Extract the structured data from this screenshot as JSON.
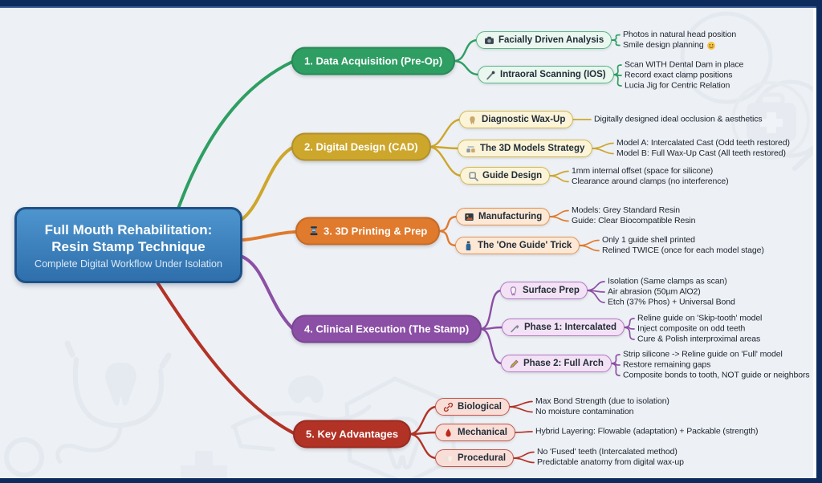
{
  "root": {
    "title_line1": "Full Mouth Rehabilitation:",
    "title_line2": "Resin Stamp Technique",
    "subtitle": "Complete Digital Workflow Under Isolation",
    "fill_color": "#3D85C6",
    "border_color": "#1E5187"
  },
  "branches": [
    {
      "label": "1. Data Acquisition (Pre-Op)",
      "color": "#2E9E63",
      "light_fill": "#E9F7EF",
      "border": "#57B584",
      "children": [
        {
          "label": "Facially Driven Analysis",
          "icon": "camera-icon",
          "details": [
            "Photos in natural head position",
            "Smile design planning"
          ],
          "emoji": "smiley-icon"
        },
        {
          "label": "Intraoral Scanning (IOS)",
          "icon": "scanner-icon",
          "details": [
            "Scan WITH Dental Dam in place",
            "Record exact clamp positions",
            "Lucia Jig for Centric Relation"
          ]
        }
      ]
    },
    {
      "label": "2. Digital Design (CAD)",
      "color": "#CDA62C",
      "light_fill": "#FBF4D8",
      "border": "#D7BA4A",
      "children": [
        {
          "label": "Diagnostic Wax-Up",
          "icon": "waxup-tooth-icon",
          "details": [
            "Digitally designed ideal occlusion & aesthetics"
          ]
        },
        {
          "label": "The 3D Models Strategy",
          "icon": "models-icon",
          "details": [
            "Model A: Intercalated Cast (Odd teeth restored)",
            "Model B: Full Wax-Up Cast (All teeth restored)"
          ]
        },
        {
          "label": "Guide Design",
          "icon": "guide-magnifier-icon",
          "details": [
            "1mm internal offset (space for silicone)",
            "Clearance around clamps (no interference)"
          ]
        }
      ]
    },
    {
      "label": "3. 3D Printing & Prep",
      "icon": "printer-icon",
      "color": "#E07A2C",
      "light_fill": "#FCE8D4",
      "border": "#E49355",
      "children": [
        {
          "label": "Manufacturing",
          "icon": "picture-icon",
          "details": [
            "Models: Grey Standard Resin",
            "Guide: Clear Biocompatible Resin"
          ]
        },
        {
          "label": "The 'One Guide' Trick",
          "icon": "bottle-icon",
          "details": [
            "Only 1 guide shell printed",
            "Relined TWICE (once for each model stage)"
          ]
        }
      ]
    },
    {
      "label": "4. Clinical Execution (The Stamp)",
      "color": "#8C4FA6",
      "light_fill": "#F3E2F5",
      "border": "#B277C4",
      "children": [
        {
          "label": "Surface Prep",
          "icon": "tooth-icon",
          "details": [
            "Isolation (Same clamps as scan)",
            "Air abrasion (50µm AlO2)",
            "Etch (37% Phos) + Universal Bond"
          ]
        },
        {
          "label": "Phase 1: Intercalated",
          "icon": "probe-icon",
          "details": [
            "Reline guide on 'Skip-tooth' model",
            "Inject composite on odd teeth",
            "Cure & Polish interproximal areas"
          ]
        },
        {
          "label": "Phase 2: Full Arch",
          "icon": "pen-icon",
          "details": [
            "Strip silicone -> Reline guide on 'Full' model",
            "Restore remaining gaps",
            "Composite bonds to tooth, NOT guide or neighbors"
          ]
        }
      ]
    },
    {
      "label": "5. Key Advantages",
      "color": "#B23226",
      "light_fill": "#F9DED8",
      "border": "#C4574A",
      "children": [
        {
          "label": "Biological",
          "icon": "link-icon",
          "details": [
            "Max Bond Strength (due to isolation)",
            "No moisture contamination"
          ]
        },
        {
          "label": "Mechanical",
          "icon": "drop-icon",
          "details": [
            "Hybrid Layering: Flowable (adaptation) + Packable (strength)"
          ]
        },
        {
          "label": "Procedural",
          "icon": "teeth-icon",
          "details": [
            "No 'Fused' teeth (Intercalated method)",
            "Predictable anatomy from digital wax-up"
          ]
        }
      ]
    }
  ]
}
